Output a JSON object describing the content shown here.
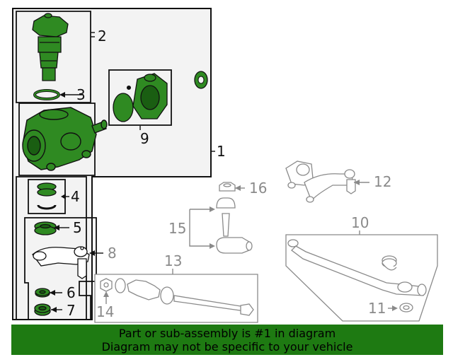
{
  "diagram": {
    "callouts": {
      "c1": "1",
      "c2": "2",
      "c3": "3",
      "c4": "4",
      "c5": "5",
      "c6": "6",
      "c7": "7",
      "c8": "8",
      "c9": "9",
      "c10": "10",
      "c11": "11",
      "c12": "12",
      "c13": "13",
      "c14": "14",
      "c15": "15",
      "c16": "16"
    },
    "colors": {
      "highlight": "#1e7a12",
      "part_fill": "#2f8a22",
      "outline": "#111111",
      "muted": "#9a9a9a",
      "panel": "#f3f3f3"
    }
  },
  "banner": {
    "line1": "Part or sub-assembly is #1 in diagram",
    "line2": "Diagram may not be specific to your vehicle"
  }
}
